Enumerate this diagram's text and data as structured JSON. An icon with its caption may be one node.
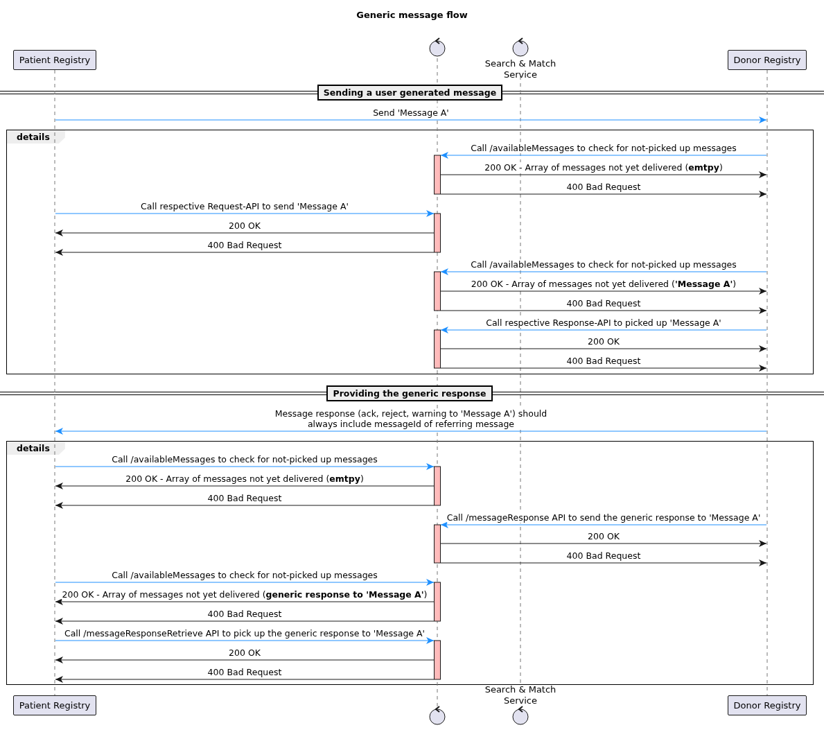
{
  "diagram": {
    "title": "Generic message flow",
    "nodes": [
      {
        "text": [
          "Patient Registry"
        ]
      },
      {
        "text": [],
        "shape": "circle"
      },
      {
        "text": [
          "Search & Match Service"
        ]
      },
      {
        "text": [
          "Donor Registry"
        ]
      },
      {
        "text": [],
        "shape": "line"
      },
      {
        "text": [],
        "shape": "line"
      },
      {
        "text": [],
        "shape": "line"
      },
      {
        "text": [],
        "shape": "line"
      },
      {
        "text": [
          "Sending a user generated message"
        ]
      },
      {
        "text": [
          "Providing the generic response"
        ]
      },
      {
        "text": [
          "Patient Registry"
        ]
      },
      {
        "text": [],
        "shape": "circle"
      },
      {
        "text": [
          "Search & Match Service"
        ]
      },
      {
        "text": [
          "Donor Registry"
        ]
      }
    ],
    "edges": [
      {
        "from": 4,
        "to": 7,
        "arrow": "to",
        "label": "Send 'Message A'",
        "color": "#1e90ff"
      },
      {
        "from": 7,
        "to": 5,
        "arrow": "to",
        "label": "Call /availableMessages to check for not-picked up messages",
        "color": "#1e90ff"
      },
      {
        "from": 5,
        "to": 7,
        "arrow": "to",
        "label": "200 OK - Array of messages not yet delivered (**emtpy**)"
      },
      {
        "from": 5,
        "to": 7,
        "arrow": "to",
        "label": "400 Bad Request"
      },
      {
        "from": 4,
        "to": 5,
        "arrow": "to",
        "label": "Call respective Request-API to send 'Message A'",
        "color": "#1e90ff"
      },
      {
        "from": 5,
        "to": 4,
        "arrow": "to",
        "label": "200 OK"
      },
      {
        "from": 5,
        "to": 4,
        "arrow": "to",
        "label": "400 Bad Request"
      },
      {
        "from": 7,
        "to": 5,
        "arrow": "to",
        "label": "Call /availableMessages to check for not-picked up messages",
        "color": "#1e90ff"
      },
      {
        "from": 5,
        "to": 7,
        "arrow": "to",
        "label": "200 OK - Array of messages not yet delivered (**'Message A'**)"
      },
      {
        "from": 5,
        "to": 7,
        "arrow": "to",
        "label": "400 Bad Request"
      },
      {
        "from": 7,
        "to": 5,
        "arrow": "to",
        "label": "Call respective Response-API to picked up 'Message A'",
        "color": "#1e90ff"
      },
      {
        "from": 5,
        "to": 7,
        "arrow": "to",
        "label": "200 OK"
      },
      {
        "from": 5,
        "to": 7,
        "arrow": "to",
        "label": "400 Bad Request"
      },
      {
        "from": 7,
        "to": 4,
        "arrow": "to",
        "label": "Message response (ack, reject, warning to 'Message A') should always include messageId of referring message",
        "color": "#1e90ff"
      },
      {
        "from": 4,
        "to": 5,
        "arrow": "to",
        "label": "Call /availableMessages to check for not-picked up messages",
        "color": "#1e90ff"
      },
      {
        "from": 5,
        "to": 4,
        "arrow": "to",
        "label": "200 OK - Array of messages not yet delivered (**emtpy**)"
      },
      {
        "from": 5,
        "to": 4,
        "arrow": "to",
        "label": "400 Bad Request"
      },
      {
        "from": 7,
        "to": 5,
        "arrow": "to",
        "label": "Call /messageResponse API to send the generic response to 'Message A'",
        "color": "#1e90ff"
      },
      {
        "from": 5,
        "to": 7,
        "arrow": "to",
        "label": "200 OK"
      },
      {
        "from": 5,
        "to": 7,
        "arrow": "to",
        "label": "400 Bad Request"
      },
      {
        "from": 4,
        "to": 5,
        "arrow": "to",
        "label": "Call /availableMessages to check for not-picked up messages",
        "color": "#1e90ff"
      },
      {
        "from": 5,
        "to": 4,
        "arrow": "to",
        "label": "200 OK - Array of messages not yet delivered (**generic response to 'Message A'**)"
      },
      {
        "from": 5,
        "to": 4,
        "arrow": "to",
        "label": "400 Bad Request"
      },
      {
        "from": 4,
        "to": 5,
        "arrow": "to",
        "label": "Call /messageResponseRetrieve API to pick up the generic response to 'Message A'",
        "color": "#1e90ff"
      },
      {
        "from": 5,
        "to": 4,
        "arrow": "to",
        "label": "200 OK"
      },
      {
        "from": 5,
        "to": 4,
        "arrow": "to",
        "label": "400 Bad Request"
      }
    ],
    "labels": [
      "details",
      "details"
    ]
  }
}
